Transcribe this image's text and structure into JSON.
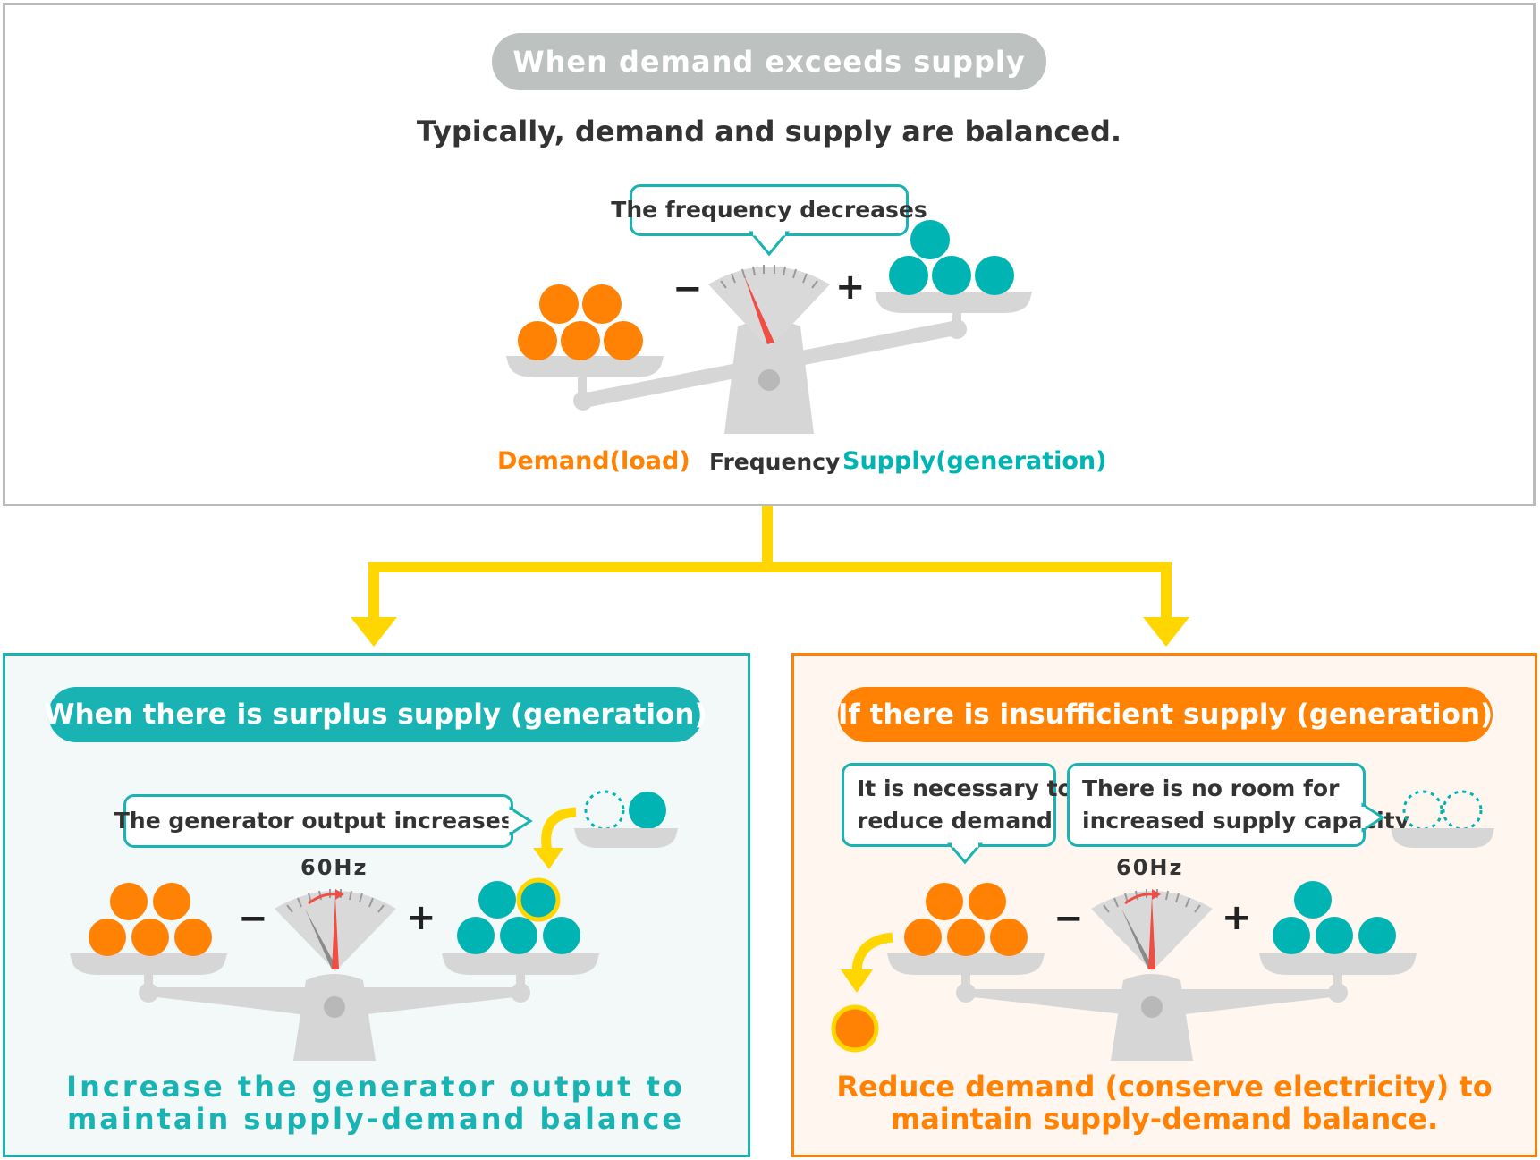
{
  "top": {
    "title_pill": "When demand exceeds supply",
    "subtitle": "Typically, demand and supply are balanced.",
    "bubble": "The frequency decreases",
    "label_demand": "Demand(load)",
    "label_frequency": "Frequency",
    "label_supply": "Supply(generation)",
    "minus": "−",
    "plus": "+"
  },
  "left": {
    "title_pill": "When there is surplus supply (generation)",
    "bubble": "The generator output increases.",
    "gauge_label": "60Hz",
    "minus": "−",
    "plus": "+",
    "caption_line1": "Increase the generator output to",
    "caption_line2": "maintain supply-demand balance"
  },
  "right": {
    "title_pill": "If there is insufficient supply (generation)",
    "bubble1_line1": "It is necessary to",
    "bubble1_line2": "reduce demand",
    "bubble2_line1": "There is no room for",
    "bubble2_line2": "increased supply capacity",
    "gauge_label": "60Hz",
    "minus": "−",
    "plus": "+",
    "caption_line1": "Reduce demand (conserve electricity) to",
    "caption_line2": "maintain supply-demand balance."
  },
  "colors": {
    "demand_orange": "#ff8205",
    "supply_teal": "#00b4b4",
    "arrow_yellow": "#ffd600",
    "scale_gray": "#d6d6d6",
    "needle_red": "#f04e45",
    "pill_gray": "#bbbfbf",
    "left_panel_bg": "#f3f8f8",
    "right_panel_bg": "#fff6ef"
  }
}
